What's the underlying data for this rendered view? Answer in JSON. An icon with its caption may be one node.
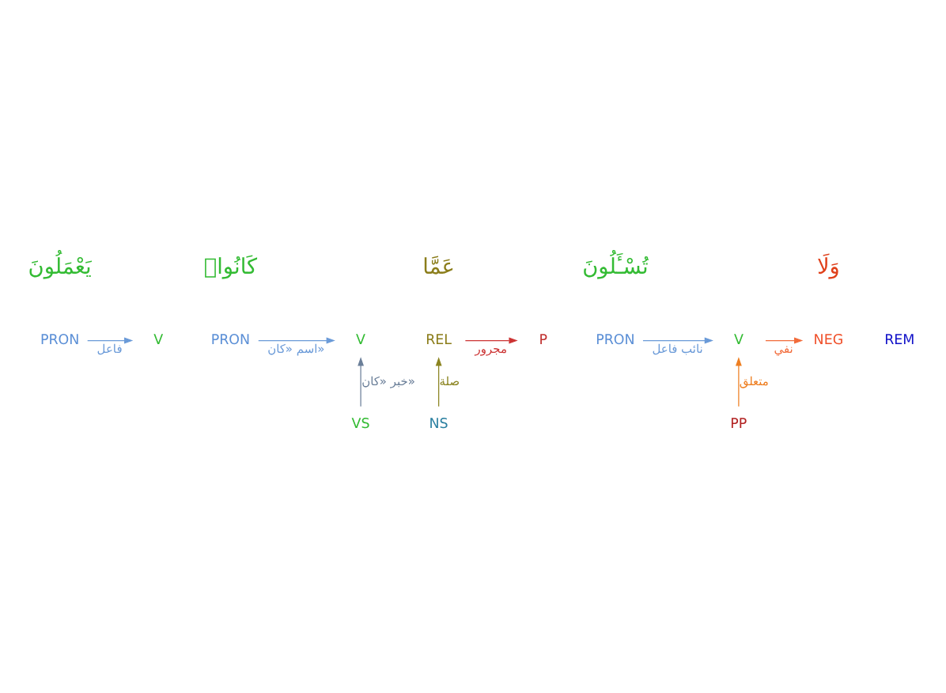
{
  "diagram": {
    "nodes": [
      {
        "text": [
          "PRON"
        ]
      },
      {
        "text": [
          "V"
        ]
      },
      {
        "text": [
          "PRON"
        ]
      },
      {
        "text": [
          "V"
        ]
      },
      {
        "text": [
          "REL"
        ]
      },
      {
        "text": [
          "P"
        ]
      },
      {
        "text": [
          "PRON"
        ]
      },
      {
        "text": [
          "V"
        ]
      },
      {
        "text": [
          "NEG"
        ]
      },
      {
        "text": [
          "REM"
        ]
      },
      {
        "text": [
          "VS"
        ]
      },
      {
        "text": [
          "PP"
        ]
      },
      {
        "text": [
          "NS"
        ]
      }
    ],
    "edges": [
      {
        "from": 0,
        "to": 1,
        "arrow": "to",
        "label": "فاعل"
      },
      {
        "from": 2,
        "to": 3,
        "arrow": "to",
        "label": "اسم «كان»"
      },
      {
        "from": 4,
        "to": 5,
        "arrow": "to",
        "label": "مجرور",
        "color": "#cc3333"
      },
      {
        "from": 6,
        "to": 7,
        "arrow": "to",
        "label": "نائب فاعل"
      },
      {
        "from": 7,
        "to": 8,
        "arrow": "to",
        "label": "نفي",
        "color": "#f26b3a"
      },
      {
        "from": 10,
        "to": 3,
        "arrow": "to",
        "label": "خبر «كان»",
        "color": "#6b7f99"
      },
      {
        "from": 11,
        "to": 7,
        "arrow": "to",
        "label": "متعلق",
        "color": "#ee7f22"
      },
      {
        "from": 12,
        "to": 4,
        "arrow": "to",
        "label": "صلة",
        "color": "#8b8420"
      }
    ],
    "labels": [
      "يَعْمَلُونَ",
      "كَانُوا۟",
      "عَمَّا",
      "تُسْـَٔلُونَ",
      "وَلَا"
    ]
  }
}
